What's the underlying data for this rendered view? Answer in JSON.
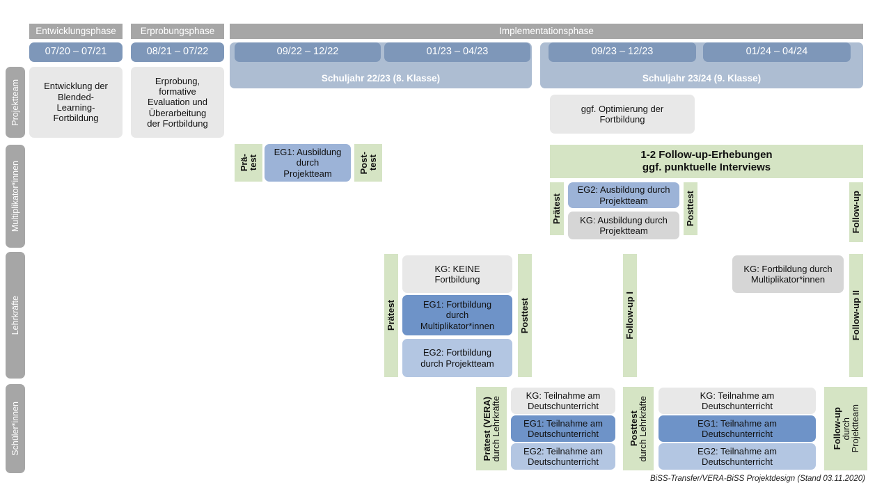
{
  "meta": {
    "footer": "BiSS-Transfer/VERA-BiSS Projektdesign (Stand 03.11.2020)"
  },
  "colors": {
    "phase_band": "#a6a6a6",
    "period_band": "#7e97b9",
    "school_year_band": "#adbdd2",
    "row_label": "#a6a6a6",
    "control_group_grey": "#e8e8e8",
    "control_group_grey_dark": "#d6d6d6",
    "eg1_blue": "#6e93c8",
    "eg2_blue": "#b3c6e2",
    "project_blue": "#9cb3d7",
    "test_green": "#d5e4c4"
  },
  "phases": [
    {
      "label": "Entwicklungsphase"
    },
    {
      "label": "Erprobungsphase"
    },
    {
      "label": "Implementationsphase"
    }
  ],
  "periods": [
    {
      "label": "07/20 – 07/21"
    },
    {
      "label": "08/21 – 07/22"
    },
    {
      "label": "09/22 – 12/22"
    },
    {
      "label": "01/23 – 04/23"
    },
    {
      "label": "09/23 – 12/23"
    },
    {
      "label": "01/24 – 04/24"
    }
  ],
  "school_years": [
    {
      "label": "Schuljahr 22/23 (8. Klasse)"
    },
    {
      "label": "Schuljahr 23/24 (9. Klasse)"
    }
  ],
  "rows": [
    {
      "label": "Projektteam"
    },
    {
      "label": "Multiplikator*innen"
    },
    {
      "label": "Lehrkräfte"
    },
    {
      "label": "Schüler*innen"
    }
  ],
  "projektteam": {
    "entwicklung": "Entwicklung der\nBlended-\nLearning-\nFortbildung",
    "erprobung": "Erprobung,\nformative\nEvaluation und\nÜberarbeitung\nder Fortbildung",
    "optimierung": "ggf. Optimierung der\nFortbildung"
  },
  "multiplikatoren": {
    "praetest_short": {
      "line1": "Prä-",
      "line2": "test"
    },
    "posttest_short": {
      "line1": "Post-",
      "line2": "test"
    },
    "eg1": "EG1: Ausbildung\ndurch\nProjektteam",
    "followup_banner": "1-2 Follow-up-Erhebungen\nggf. punktuelle Interviews",
    "praetest": "Prätest",
    "posttest": "Posttest",
    "followup": "Follow-up",
    "eg2": "EG2:  Ausbildung durch\nProjektteam",
    "kg": "KG: Ausbildung durch\nProjektteam"
  },
  "lehrkraefte": {
    "praetest": "Prätest",
    "posttest": "Posttest",
    "followup_1": "Follow-up I",
    "followup_2": "Follow-up II",
    "kg_keine": "KG:  KEINE\nFortbildung",
    "eg1": "EG1: Fortbildung\ndurch\nMultiplikator*innen",
    "eg2": "EG2: Fortbildung\ndurch Projektteam",
    "kg_fortbildung": "KG: Fortbildung durch\nMultiplikator*innen"
  },
  "schueler": {
    "praetest": {
      "line1": "Prätest (VERA)",
      "line2": "durch Lehrkräfte"
    },
    "posttest": {
      "line1": "Posttest",
      "line2": "durch Lehrkräfte"
    },
    "followup": {
      "line1": "Follow-up",
      "line2": "durch",
      "line3": "Projektteam"
    },
    "kg": "KG: Teilnahme am\nDeutschunterricht",
    "eg1": "EG1: Teilnahme am\nDeutschunterricht",
    "eg2": "EG2: Teilnahme am\nDeutschunterricht"
  }
}
